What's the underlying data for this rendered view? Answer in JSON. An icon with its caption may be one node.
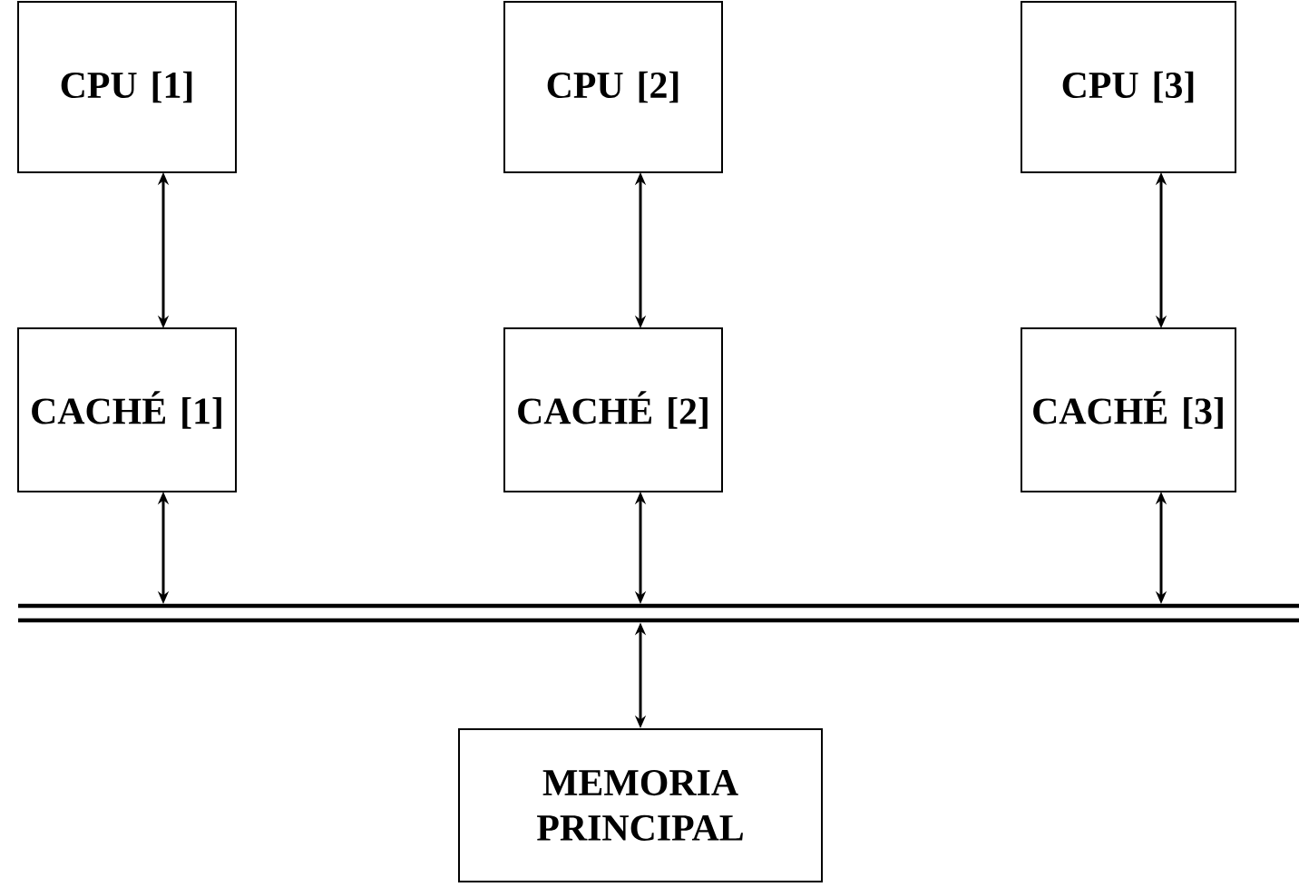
{
  "diagram": {
    "nodes": [
      {
        "text": [
          "CPU [1]"
        ]
      },
      {
        "text": [
          "CPU [2]"
        ]
      },
      {
        "text": [
          "CPU [3]"
        ]
      },
      {
        "text": [
          "CACHÉ [1]"
        ]
      },
      {
        "text": [
          "CACHÉ [2]"
        ]
      },
      {
        "text": [
          "CACHÉ [3]"
        ]
      },
      {
        "text": [],
        "shape": "bar"
      },
      {
        "text": [
          "MEMORIA PRINCIPAL"
        ]
      }
    ],
    "edges": [
      {
        "from": 0,
        "to": 3,
        "arrow": "both"
      },
      {
        "from": 1,
        "to": 4,
        "arrow": "both"
      },
      {
        "from": 2,
        "to": 5,
        "arrow": "both"
      },
      {
        "from": 3,
        "to": 6,
        "arrow": "both"
      },
      {
        "from": 4,
        "to": 6,
        "arrow": "both"
      },
      {
        "from": 5,
        "to": 6,
        "arrow": "both"
      },
      {
        "from": 6,
        "to": 7,
        "arrow": "both"
      }
    ]
  }
}
